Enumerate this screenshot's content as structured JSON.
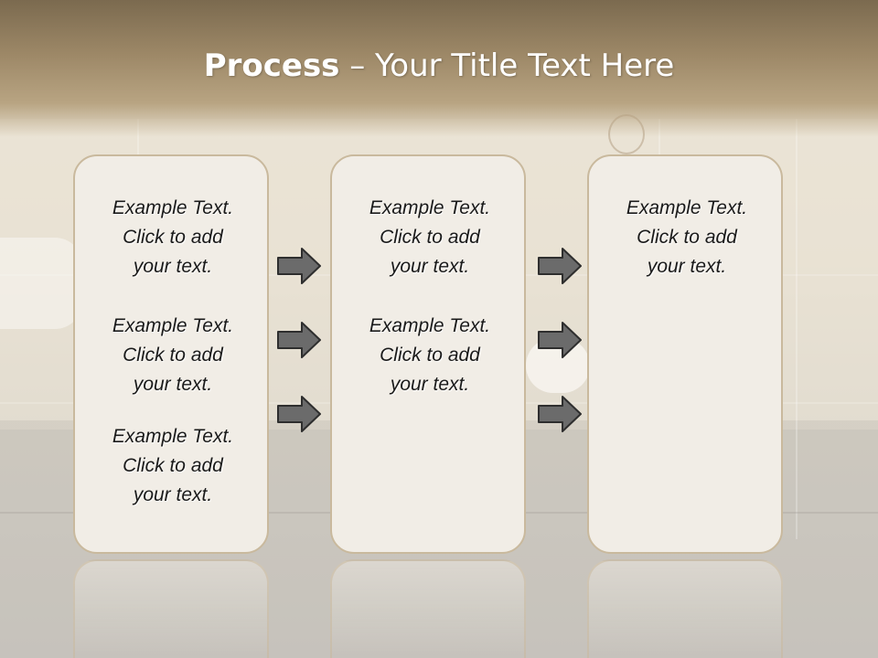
{
  "title": {
    "bold": "Process",
    "rest": " – Your Title Text Here"
  },
  "columns": [
    {
      "items": [
        [
          "Example Text.",
          "Click  to add",
          "your text."
        ],
        [
          "Example Text.",
          "Click  to add",
          "your text."
        ],
        [
          "Example Text.",
          "Click  to add",
          "your text."
        ]
      ]
    },
    {
      "items": [
        [
          "Example Text.",
          "Click  to add",
          "your text."
        ],
        [
          "Example Text.",
          "Click  to add",
          "your text."
        ]
      ]
    },
    {
      "items": [
        [
          "Example Text.",
          "Click  to add",
          "your text."
        ]
      ]
    }
  ],
  "arrow_icon": "right-arrow-icon",
  "colors": {
    "title_bar": "#9d8867",
    "box_fill": "#f1ede6",
    "box_border": "#c9b99d",
    "arrow_fill": "#6b6b6b"
  }
}
